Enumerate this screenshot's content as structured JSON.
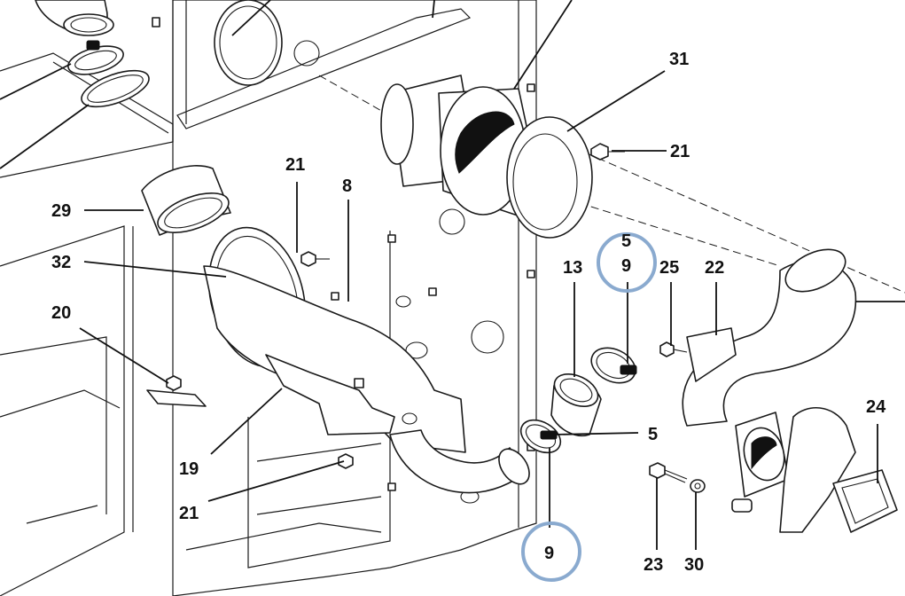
{
  "diagram": {
    "highlight_color": "#8AAACF",
    "callouts": [
      {
        "id": "c31",
        "text": "31"
      },
      {
        "id": "c21a",
        "text": "21"
      },
      {
        "id": "c21b",
        "text": "21"
      },
      {
        "id": "c8",
        "text": "8"
      },
      {
        "id": "c29",
        "text": "29"
      },
      {
        "id": "c32",
        "text": "32"
      },
      {
        "id": "c20",
        "text": "20"
      },
      {
        "id": "c19",
        "text": "19"
      },
      {
        "id": "c21c",
        "text": "21"
      },
      {
        "id": "c13",
        "text": "13"
      },
      {
        "id": "c5a",
        "text": "5"
      },
      {
        "id": "c9a",
        "text": "9"
      },
      {
        "id": "c25",
        "text": "25"
      },
      {
        "id": "c22",
        "text": "22"
      },
      {
        "id": "c24",
        "text": "24"
      },
      {
        "id": "c5b",
        "text": "5"
      },
      {
        "id": "c9b",
        "text": "9"
      },
      {
        "id": "c23",
        "text": "23"
      },
      {
        "id": "c30",
        "text": "30"
      }
    ]
  }
}
